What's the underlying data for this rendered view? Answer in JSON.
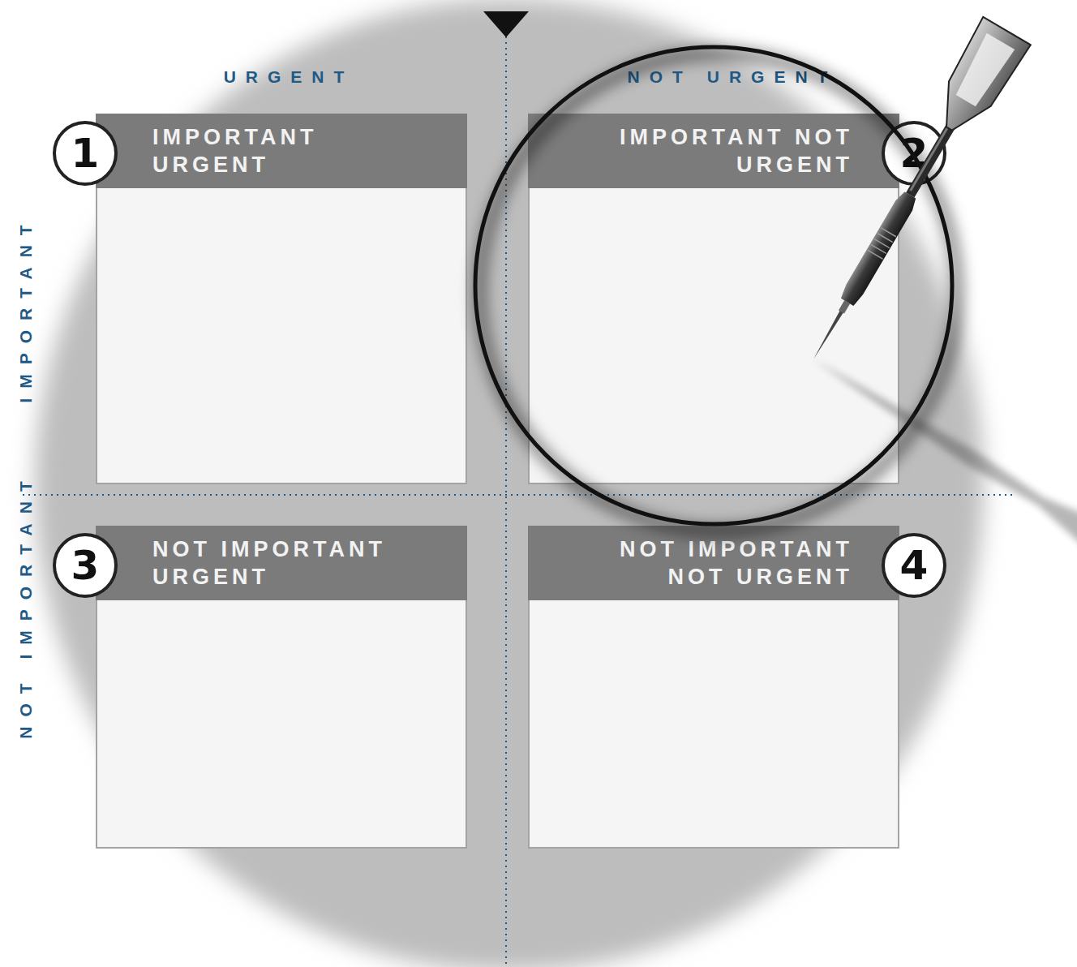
{
  "diagram": {
    "nodes": [
      {
        "text": [
          "1",
          "IMPORTANT URGENT"
        ]
      },
      {
        "text": [
          "2",
          "IMPORTANT NOT URGENT"
        ]
      },
      {
        "text": [
          "3",
          "NOT IMPORTANT URGENT"
        ]
      },
      {
        "text": [
          "4",
          "NOT IMPORTANT NOT URGENT"
        ]
      }
    ],
    "labels": [
      "URGENT",
      "NOT URGENT",
      "IMPORTANT",
      "NOT IMPORTANT"
    ]
  }
}
